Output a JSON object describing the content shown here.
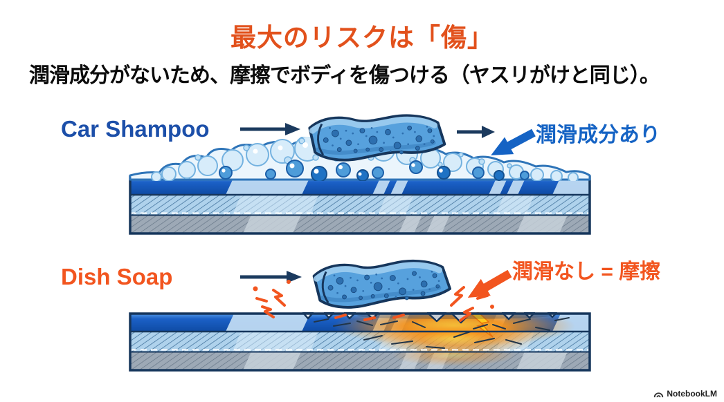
{
  "slide": {
    "title": "最大のリスクは「傷」",
    "subtitle": "潤滑成分がないため、摩擦でボディを傷つける（ヤスリがけと同じ）。"
  },
  "comparison": {
    "top": {
      "product_label": "Car Shampoo",
      "callout": "潤滑成分あり"
    },
    "bottom": {
      "product_label": "Dish Soap",
      "callout": "潤滑なし = 摩擦"
    }
  },
  "branding": {
    "watermark": "NotebookLM"
  },
  "colors": {
    "title_orange": "#E2511C",
    "subtitle_black": "#0B0B0B",
    "product_blue": "#1C4FA9",
    "callout_blue": "#1563C4",
    "product_orange": "#F2551F",
    "callout_orange": "#F2551F",
    "arrow_navy": "#1B3A5E",
    "panel_outline_navy": "#16365C",
    "sponge_blue": "#57A1DD",
    "foam_light_blue": "#D7ECFA",
    "heat_orange": "#F7941D",
    "watermark_gray": "#222222"
  }
}
